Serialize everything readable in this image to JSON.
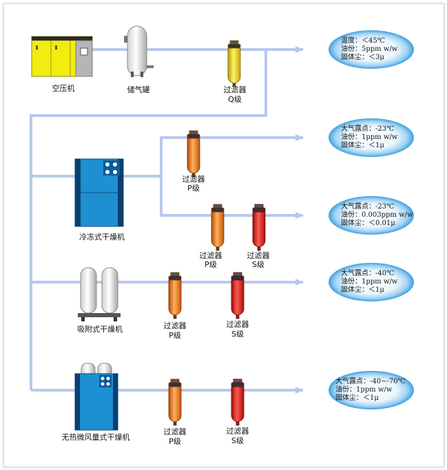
{
  "equipment": {
    "compressor": "空压机",
    "tank": "储气罐",
    "refrigerated_dryer": "冷冻式干燥机",
    "adsorption_dryer": "吸附式干燥机",
    "heatless_dryer": "无热微风量式干燥机"
  },
  "filters": {
    "name": "过滤器",
    "grade_q": "Q级",
    "grade_p": "P级",
    "grade_s": "S级"
  },
  "outputs": [
    {
      "line1": "温度：＜45℃",
      "line2": "油份：5ppm w/w",
      "line3": "固体尘：＜3μ"
    },
    {
      "line1": "大气露点：-23℃",
      "line2": "油份：1ppm w/w",
      "line3": "固体尘：＜1μ"
    },
    {
      "line1": "大气露点：-23℃",
      "line2": "油份：0.003ppm w/w",
      "line3": "固体尘：＜0.01μ"
    },
    {
      "line1": "大气露点：-40℃",
      "line2": "油份：1ppm w/w",
      "line3": "固体尘：＜1μ"
    },
    {
      "line1": "大气露点：-40~-70℃",
      "line2": "油份：1ppm w/w",
      "line3": "固体尘：＜1μ"
    }
  ],
  "colors": {
    "pipe": "#b8c8ee",
    "filter_q": "#f1d21a",
    "filter_p": "#f07a18",
    "filter_s": "#e0201c",
    "dryer": "#1e8fd0",
    "compressor": "#f2ec10",
    "bubble": "#8cc8f0"
  }
}
